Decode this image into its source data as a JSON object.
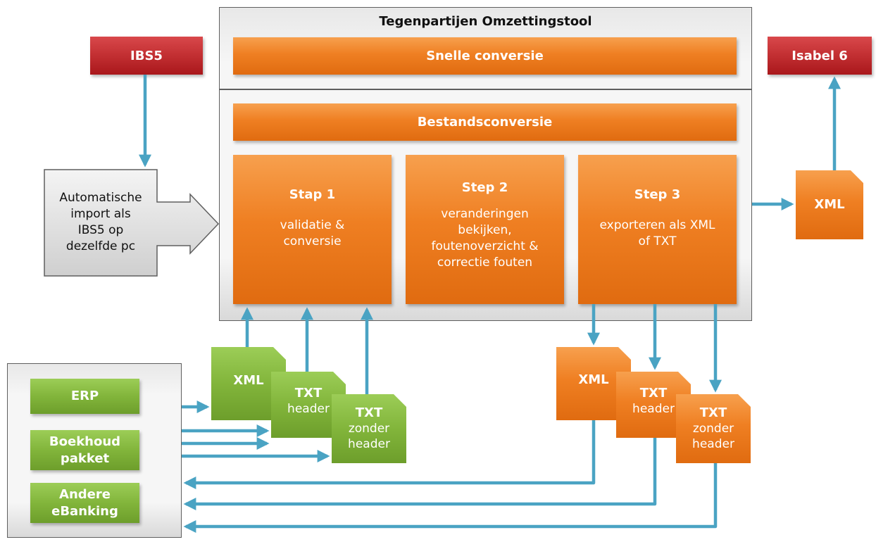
{
  "title": "Tegenpartijen Omzettingstool",
  "snelle": "Snelle conversie",
  "bestands": "Bestandsconversie",
  "steps": [
    {
      "title": "Stap 1",
      "lines": [
        "validatie &",
        "conversie"
      ]
    },
    {
      "title": "Step 2",
      "lines": [
        "veranderingen",
        "bekijken,",
        "foutenoverzicht &",
        "correctie fouten"
      ]
    },
    {
      "title": "Step 3",
      "lines": [
        "exporteren als XML",
        "of TXT"
      ]
    }
  ],
  "ibs5": "IBS5",
  "isabel": "Isabel 6",
  "import_lines": [
    "Automatische",
    "import als",
    "IBS5 op",
    "dezelfde pc"
  ],
  "xml_out": "XML",
  "sources": [
    {
      "lines": [
        "ERP"
      ]
    },
    {
      "lines": [
        "Boekhoud",
        "pakket"
      ]
    },
    {
      "lines": [
        "Andere",
        "eBanking"
      ]
    }
  ],
  "green_docs": [
    {
      "lines": [
        "XML"
      ]
    },
    {
      "lines": [
        "TXT",
        "header"
      ]
    },
    {
      "lines": [
        "TXT",
        "zonder",
        "header"
      ]
    }
  ],
  "orange_docs": [
    {
      "lines": [
        "XML"
      ]
    },
    {
      "lines": [
        "TXT",
        "header"
      ]
    },
    {
      "lines": [
        "TXT",
        "zonder",
        "header"
      ]
    }
  ],
  "colors": {
    "arrow": "#4aa3c3",
    "orange": "#ef7f22",
    "red": "#c22f32",
    "green": "#82b53b",
    "grey_border": "#5f5f5f"
  }
}
